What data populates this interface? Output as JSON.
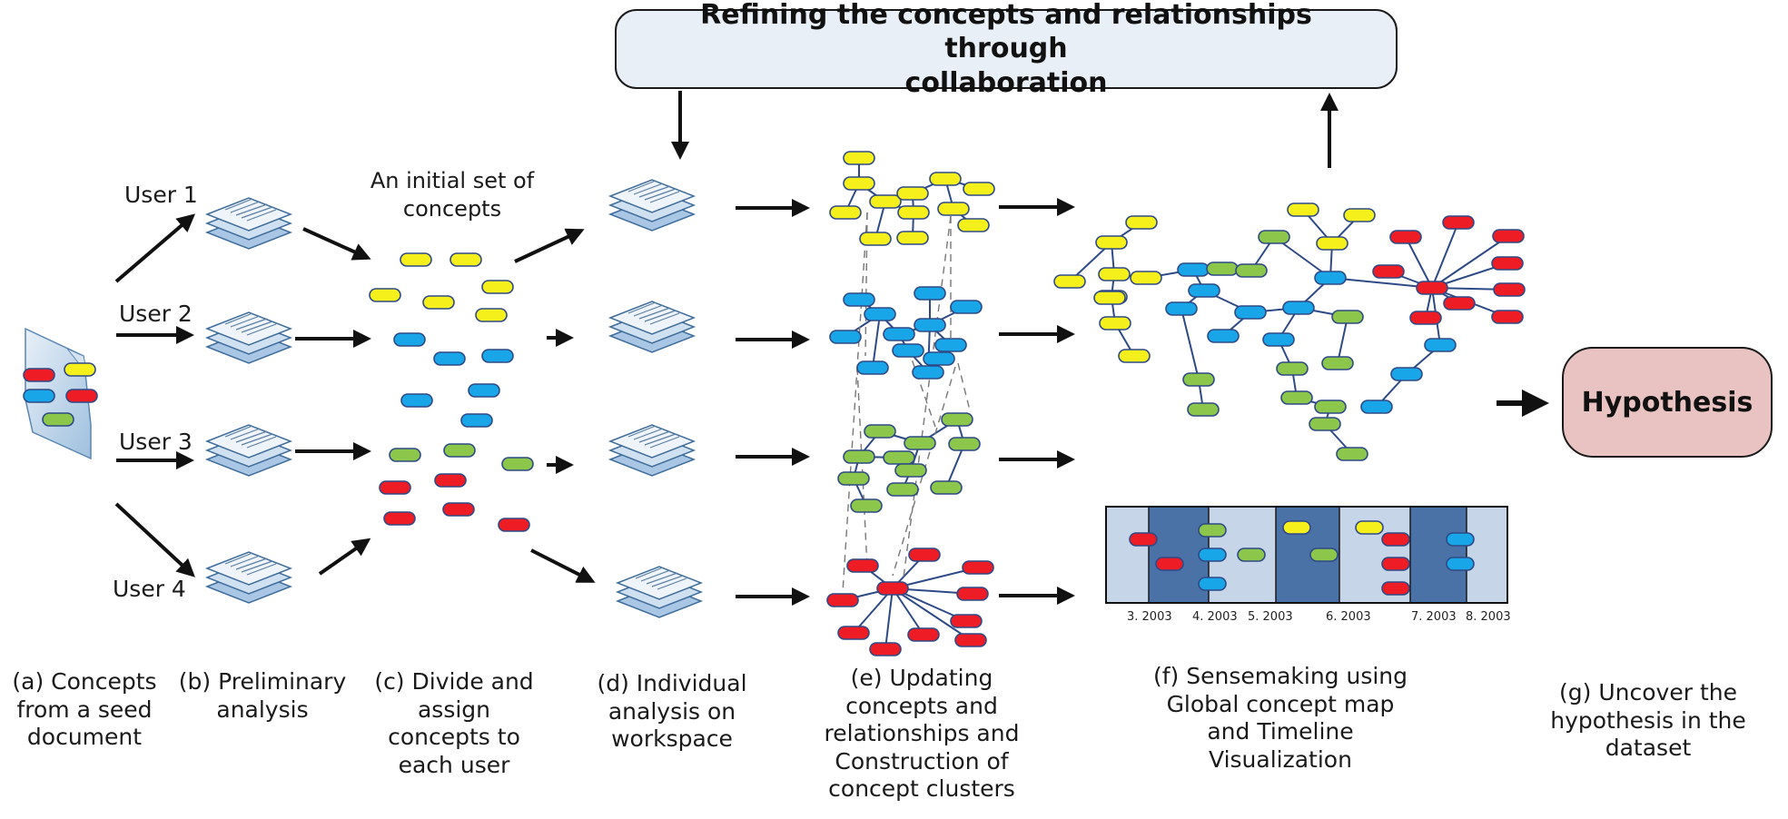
{
  "banner": {
    "text": "Refining the concepts and relationships through\ncollaboration"
  },
  "users": [
    "User 1",
    "User 2",
    "User 3",
    "User 4"
  ],
  "initial_set_label": "An initial set of\nconcepts",
  "hypothesis": "Hypothesis",
  "timeline": {
    "ticks": [
      "3. 2003",
      "4. 2003",
      "5. 2003",
      "6. 2003",
      "7. 2003",
      "8. 2003"
    ]
  },
  "captions": {
    "a": "(a) Concepts\nfrom a seed\ndocument",
    "b": "(b) Preliminary\nanalysis",
    "c": "(c) Divide and\nassign\nconcepts to\neach user",
    "d": "(d) Individual\nanalysis on\nworkspace",
    "e": "(e) Updating\nconcepts and\nrelationships and\nConstruction of\nconcept clusters",
    "f": "(f) Sensemaking using\nGlobal concept map\nand Timeline\nVisualization",
    "g": "(g) Uncover the\nhypothesis in the\ndataset"
  },
  "colors": {
    "yellow": "#f5ef1c",
    "blue": "#19a6e8",
    "green": "#8cc64a",
    "red": "#ee1c24",
    "node_stroke": "#2e4a86",
    "timeline_dark": "#4a72a6",
    "timeline_light": "#c6d6e8",
    "hypothesis_fill": "#e8c3c1",
    "banner_fill": "#e9eff6"
  }
}
